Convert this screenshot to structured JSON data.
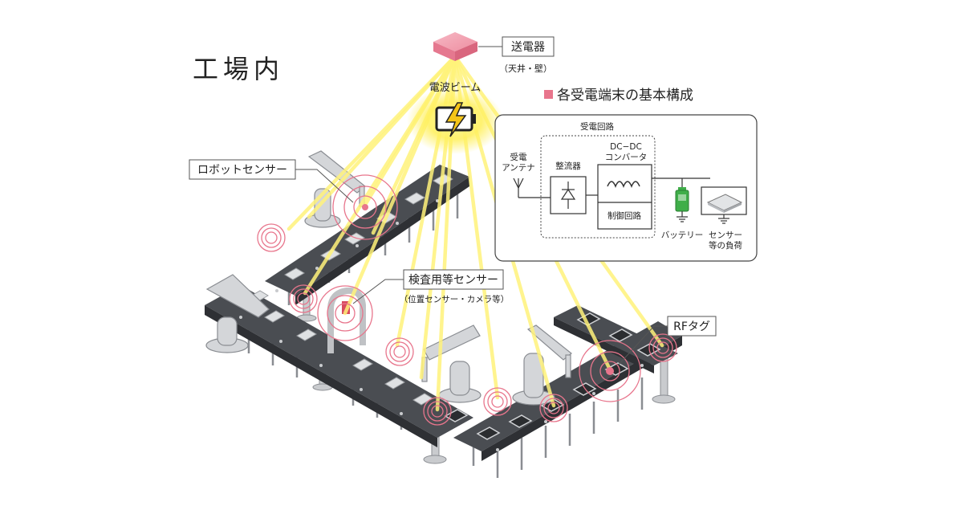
{
  "scene": {
    "title": "工場内",
    "transmitter_label": "送電器",
    "transmitter_sub": "（天井・壁）",
    "beam_label": "電波ビーム",
    "robot_sensor_label": "ロボットセンサー",
    "inspection_sensor_label": "検査用等センサー",
    "inspection_sensor_sub": "（位置センサー・カメラ等）",
    "rf_tag_label": "RFタグ"
  },
  "circuit": {
    "heading": "各受電端末の基本構成",
    "receiving_circuit": "受電回路",
    "antenna_line1": "受電",
    "antenna_line2": "アンテナ",
    "rectifier": "整流器",
    "dcdc_line1": "DC−DC",
    "dcdc_line2": "コンバータ",
    "control": "制御回路",
    "battery": "バッテリー",
    "load_line1": "センサー",
    "load_line2": "等の負荷"
  },
  "colors": {
    "accent_pink": "#e8758c",
    "beam_yellow": "#fff27a",
    "belt_dark": "#4a4d52",
    "battery_green": "#3fae49"
  }
}
